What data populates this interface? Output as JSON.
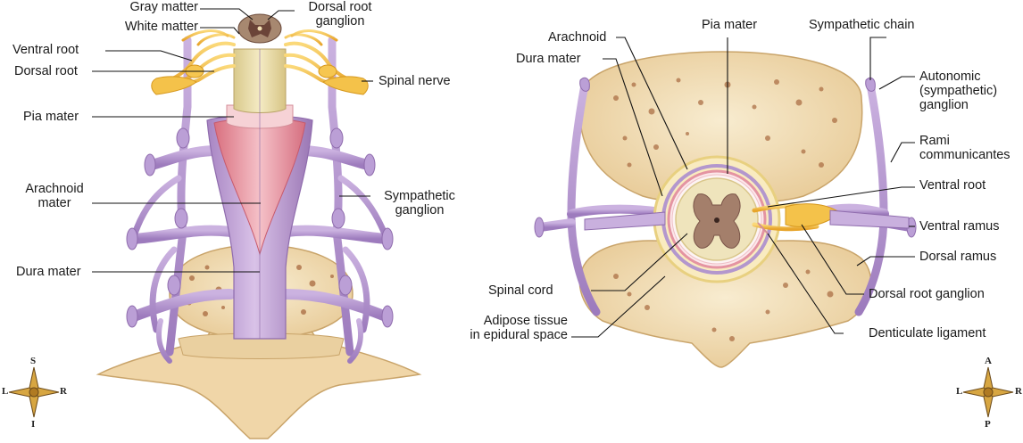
{
  "left_panel": {
    "labels": {
      "gray_matter": "Gray matter",
      "white_matter": "White matter",
      "dorsal_root_ganglion": "Dorsal root\nganglion",
      "ventral_root": "Ventral root",
      "dorsal_root": "Dorsal root",
      "spinal_nerve": "Spinal nerve",
      "pia_mater": "Pia mater",
      "arachnoid_mater": "Arachnoid\nmater",
      "sympathetic_ganglion": "Sympathetic\nganglion",
      "dura_mater": "Dura mater"
    },
    "compass": {
      "top": "S",
      "bottom": "I",
      "left": "L",
      "right": "R"
    }
  },
  "right_panel": {
    "labels": {
      "arachnoid": "Arachnoid",
      "pia_mater": "Pia mater",
      "sympathetic_chain": "Sympathetic chain",
      "dura_mater": "Dura mater",
      "autonomic_ganglion": "Autonomic\n(sympathetic)\nganglion",
      "rami_communicantes": "Rami\ncommunicantes",
      "ventral_root": "Ventral root",
      "ventral_ramus": "Ventral ramus",
      "dorsal_ramus": "Dorsal ramus",
      "spinal_cord": "Spinal cord",
      "dorsal_root_ganglion": "Dorsal root ganglion",
      "adipose_tissue": "Adipose tissue\nin epidural space",
      "denticulate_ligament": "Denticulate ligament"
    },
    "compass": {
      "top": "A",
      "bottom": "P",
      "left": "L",
      "right": "R"
    }
  },
  "colors": {
    "bone": "#f3dfb8",
    "bone_dark": "#e2c38f",
    "marrow": "#a8693f",
    "nerve": "#f4c24a",
    "nerve_dark": "#e7a92a",
    "dura": "#c7a4d8",
    "dura_dark": "#9d79b8",
    "arachnoid": "#e9a1ad",
    "pia": "#f6d2d6",
    "gray_matter": "#7a5448",
    "white_matter": "#efe4b8"
  }
}
